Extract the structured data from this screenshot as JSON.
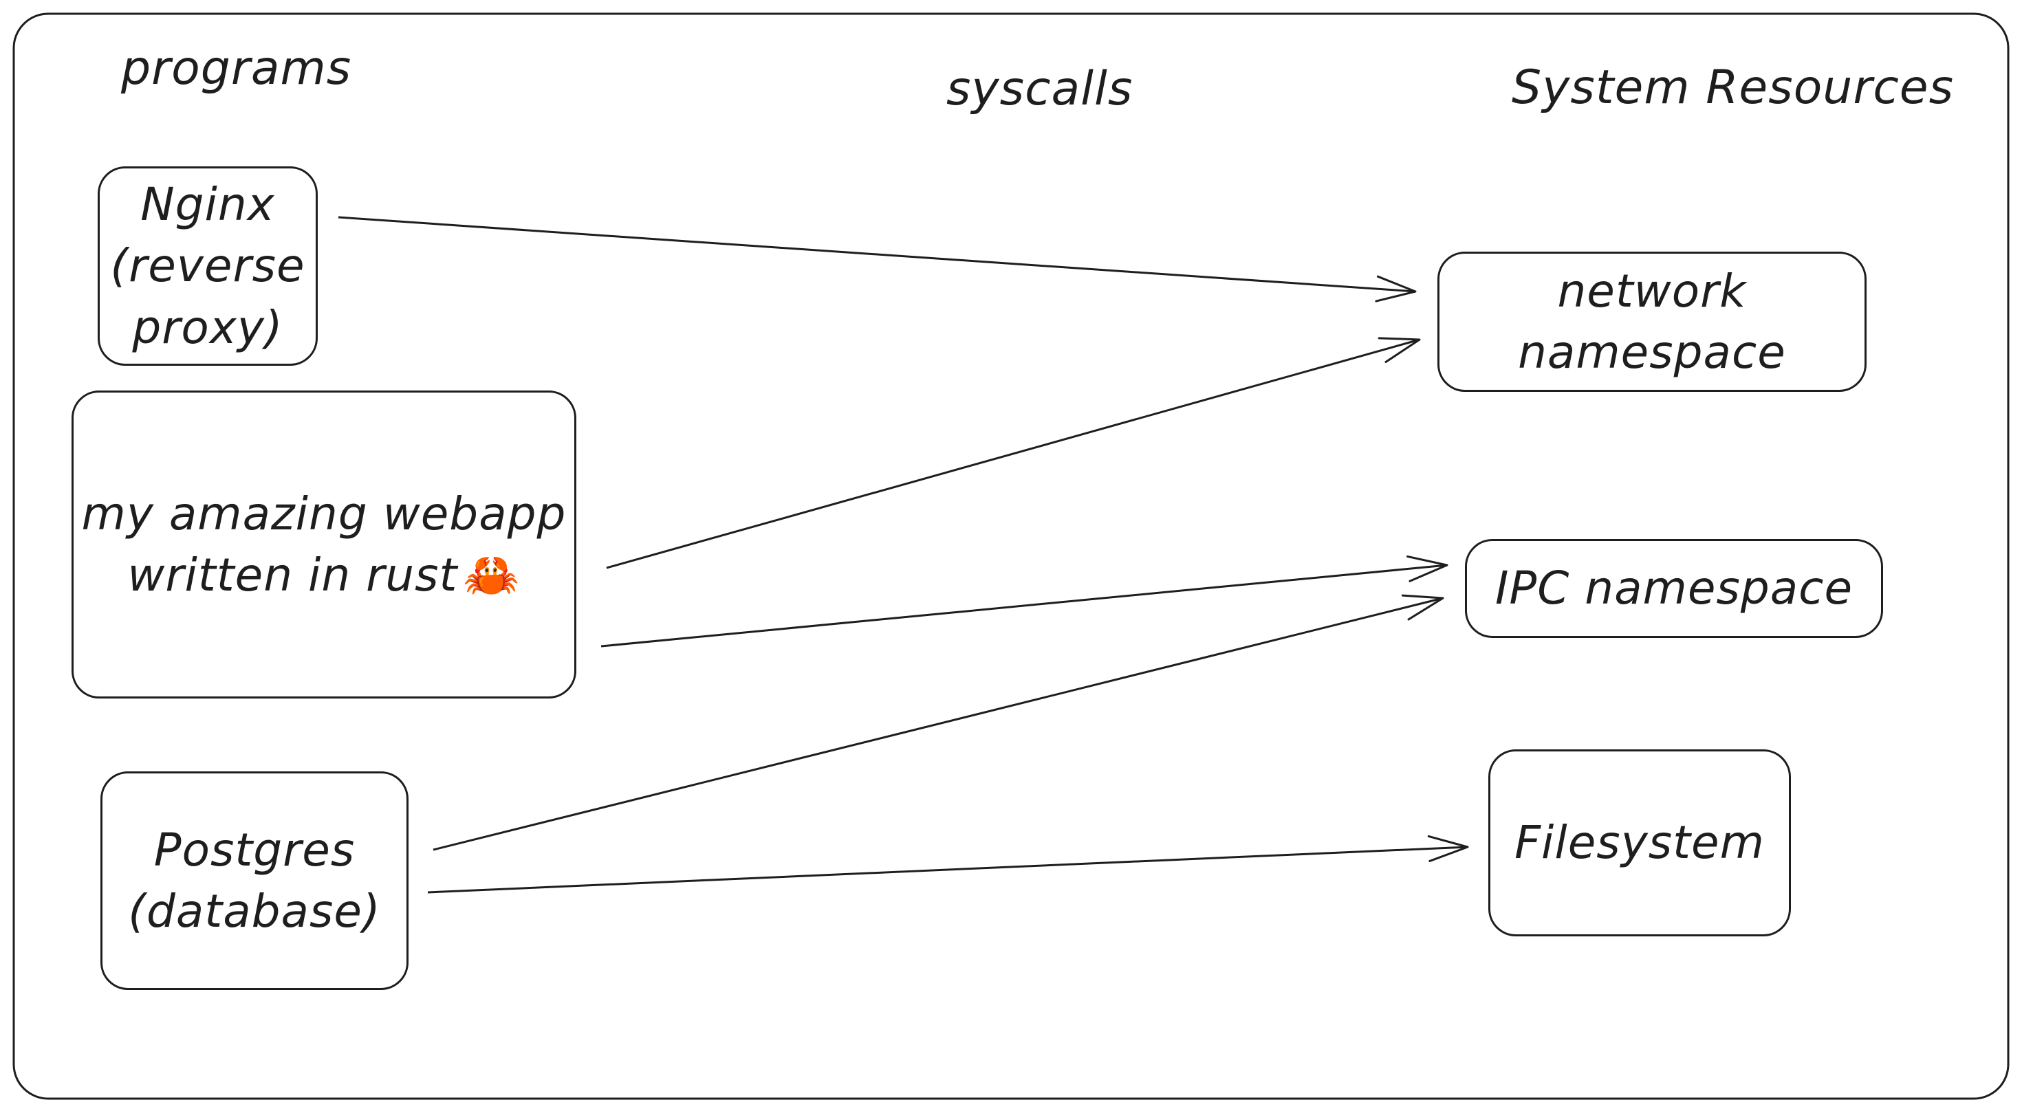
{
  "headings": {
    "programs": "programs",
    "syscalls": "syscalls",
    "resources": "System Resources"
  },
  "programs": {
    "nginx": {
      "line1": "Nginx",
      "line2": "(reverse",
      "line3": "proxy)"
    },
    "webapp": {
      "line1": "my amazing webapp",
      "line2": "written in rust",
      "icon": "crab-icon",
      "glyph": "🦀"
    },
    "postgres": {
      "line1": "Postgres",
      "line2": "(database)"
    }
  },
  "resources": {
    "network": {
      "line1": "network",
      "line2": "namespace"
    },
    "ipc": {
      "label": "IPC namespace"
    },
    "filesystem": {
      "label": "Filesystem"
    }
  },
  "edges": [
    {
      "from": "Nginx (reverse proxy)",
      "to": "network namespace"
    },
    {
      "from": "my amazing webapp written in rust",
      "to": "network namespace"
    },
    {
      "from": "my amazing webapp written in rust",
      "to": "IPC namespace"
    },
    {
      "from": "Postgres (database)",
      "to": "IPC namespace"
    },
    {
      "from": "Postgres (database)",
      "to": "Filesystem"
    }
  ],
  "colors": {
    "stroke": "#1e1e1e",
    "background": "#ffffff",
    "crab": "#c4202a"
  }
}
